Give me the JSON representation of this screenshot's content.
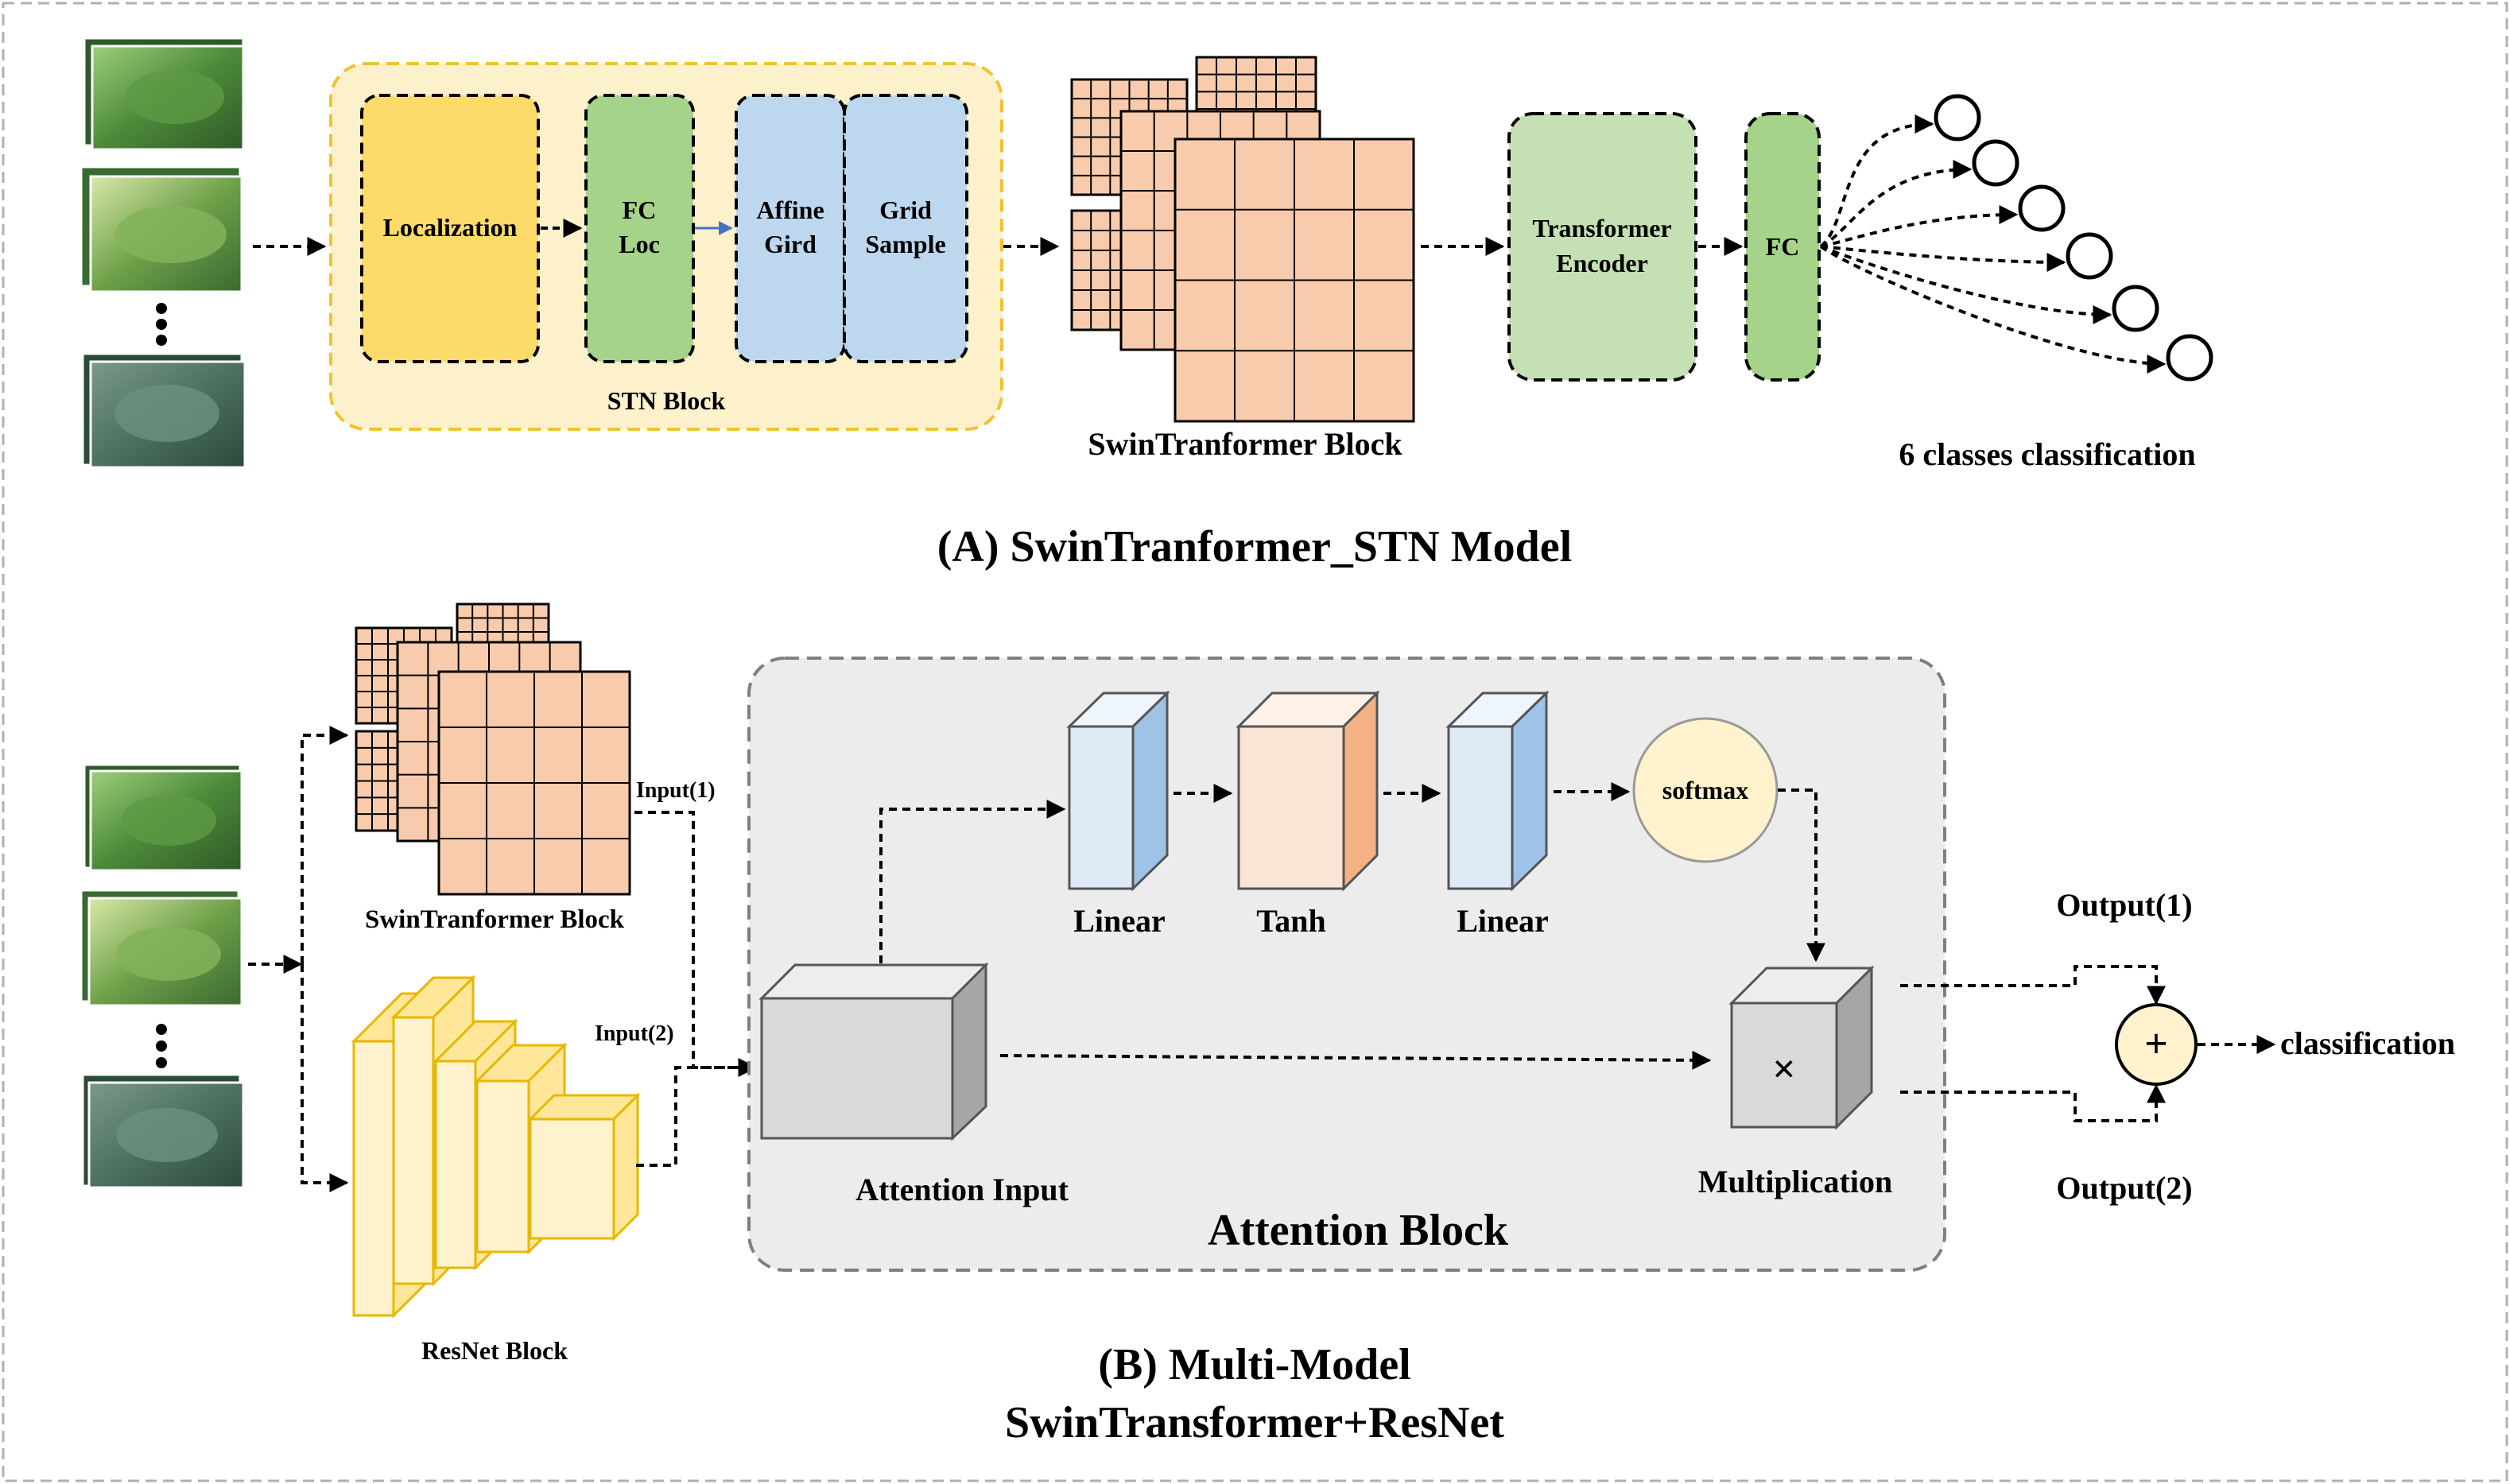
{
  "panel_a": {
    "caption": "(A) SwinTranformer_STN Model",
    "stn": {
      "group_label": "STN Block",
      "localization": "Localization",
      "fc_loc_line1": "FC",
      "fc_loc_line2": "Loc",
      "affine_line1": "Affine",
      "affine_line2": "Gird",
      "grid_line1": "Grid",
      "grid_line2": "Sample"
    },
    "swin_label": "SwinTranformer Block",
    "encoder_line1": "Transformer",
    "encoder_line2": "Encoder",
    "fc_label": "FC",
    "classes_label": "6 classes classification",
    "class_count": 6
  },
  "panel_b": {
    "caption_line1": "(B) Multi-Model",
    "caption_line2": "SwinTransformer+ResNet",
    "swin_label": "SwinTranformer Block",
    "resnet_label": "ResNet Block",
    "input1": "Input(1)",
    "input2": "Input(2)",
    "attention": {
      "block_label": "Attention Block",
      "input_label": "Attention Input",
      "linear1": "Linear",
      "tanh": "Tanh",
      "linear2": "Linear",
      "softmax": "softmax",
      "multiplication_label": "Multiplication",
      "multiply_symbol": "×"
    },
    "output1": "Output(1)",
    "output2": "Output(2)",
    "plus_symbol": "+",
    "classification": "classification"
  },
  "colors": {
    "stn_bg": "#fdf1cc",
    "stn_border": "#f2c230",
    "localization": "#fddb6a",
    "fc": "#a6d38a",
    "affine_grid": "#bdd7ee",
    "encoder": "#c5e0b4",
    "grid_cell": "#f8cbad",
    "attention_bg": "#ececec",
    "cube_gray": "#d9d9d9",
    "linear_front": "#deebf7",
    "linear_side": "#9dc3e6",
    "tanh_front": "#fbe5d6",
    "tanh_side": "#f4b183",
    "resnet_front": "#fff2cc",
    "resnet_side": "#ffe699",
    "softmax": "#fff2cc"
  }
}
